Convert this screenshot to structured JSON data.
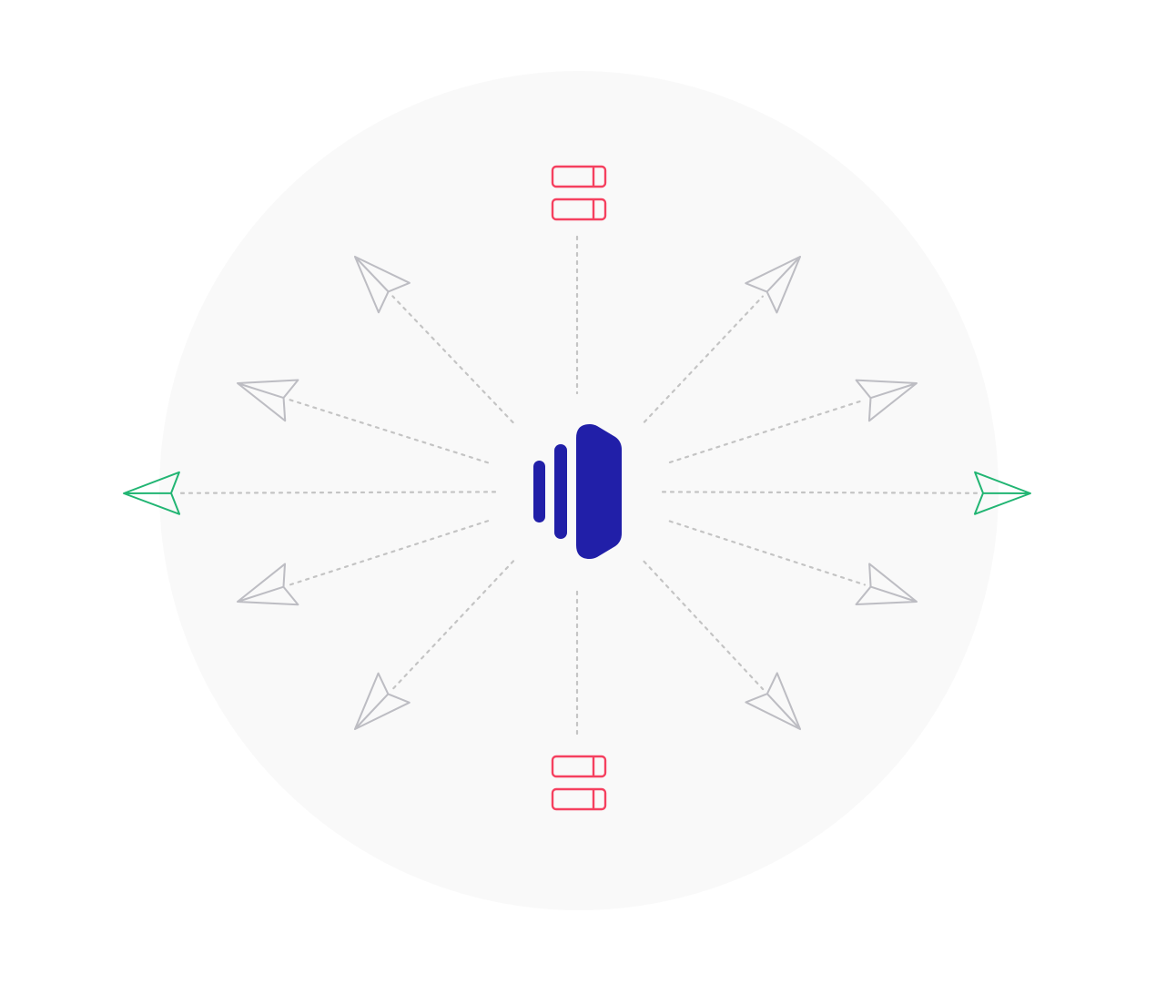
{
  "diagram": {
    "background_color": "#f9f9f9",
    "center_icon": {
      "name": "speaker-broadcast-icon",
      "color": "#211fa8"
    },
    "server_icons": {
      "name": "server-icon",
      "color": "#f5405f",
      "count": 2
    },
    "highlighted_planes": {
      "name": "paper-plane-icon",
      "color": "#22b573",
      "count": 2
    },
    "other_planes": {
      "name": "paper-plane-icon",
      "color": "#bdbdc3",
      "count": 8
    },
    "connector_color": "#c4c4c4",
    "connector_style": "dotted"
  }
}
